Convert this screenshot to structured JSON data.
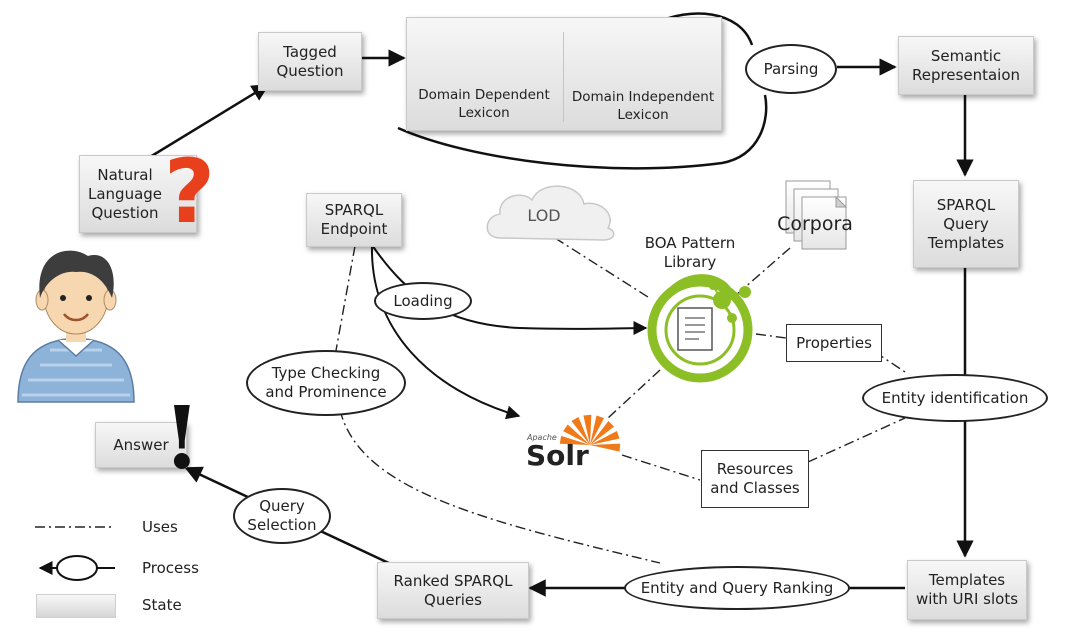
{
  "states": {
    "tagged_question": "Tagged\nQuestion",
    "semantic_representation": "Semantic\nRepresentaion",
    "natural_language_question": "Natural\nLanguage\nQuestion",
    "sparql_endpoint": "SPARQL\nEndpoint",
    "sparql_query_templates": "SPARQL\nQuery\nTemplates",
    "answer": "Answer",
    "ranked_sparql_queries": "Ranked SPARQL\nQueries",
    "templates_with_uri_slots": "Templates\nwith URI slots",
    "properties": "Properties",
    "resources_and_classes": "Resources\nand Classes"
  },
  "lexicon": {
    "domain_dependent": "Domain Dependent\nLexicon",
    "domain_independent": "Domain Independent\nLexicon"
  },
  "processes": {
    "parsing": "Parsing",
    "loading": "Loading",
    "type_checking": "Type Checking\nand Prominence",
    "entity_identification": "Entity identification",
    "query_selection": "Query\nSelection",
    "entity_query_ranking": "Entity and Query Ranking"
  },
  "resources": {
    "lod": "LOD",
    "corpora": "Corpora",
    "boa": "BOA Pattern\nLibrary",
    "solr_small": "Apache",
    "solr": "Solr"
  },
  "legend": {
    "uses": "Uses",
    "process": "Process",
    "state": "State"
  },
  "colors": {
    "boa_green": "#8cbf26",
    "solr_orange": "#f07a1a",
    "question_mark": "#e8401c",
    "shirt_blue": "#8db3d9",
    "hair": "#3d3d3d",
    "skin": "#f7d7b0"
  }
}
